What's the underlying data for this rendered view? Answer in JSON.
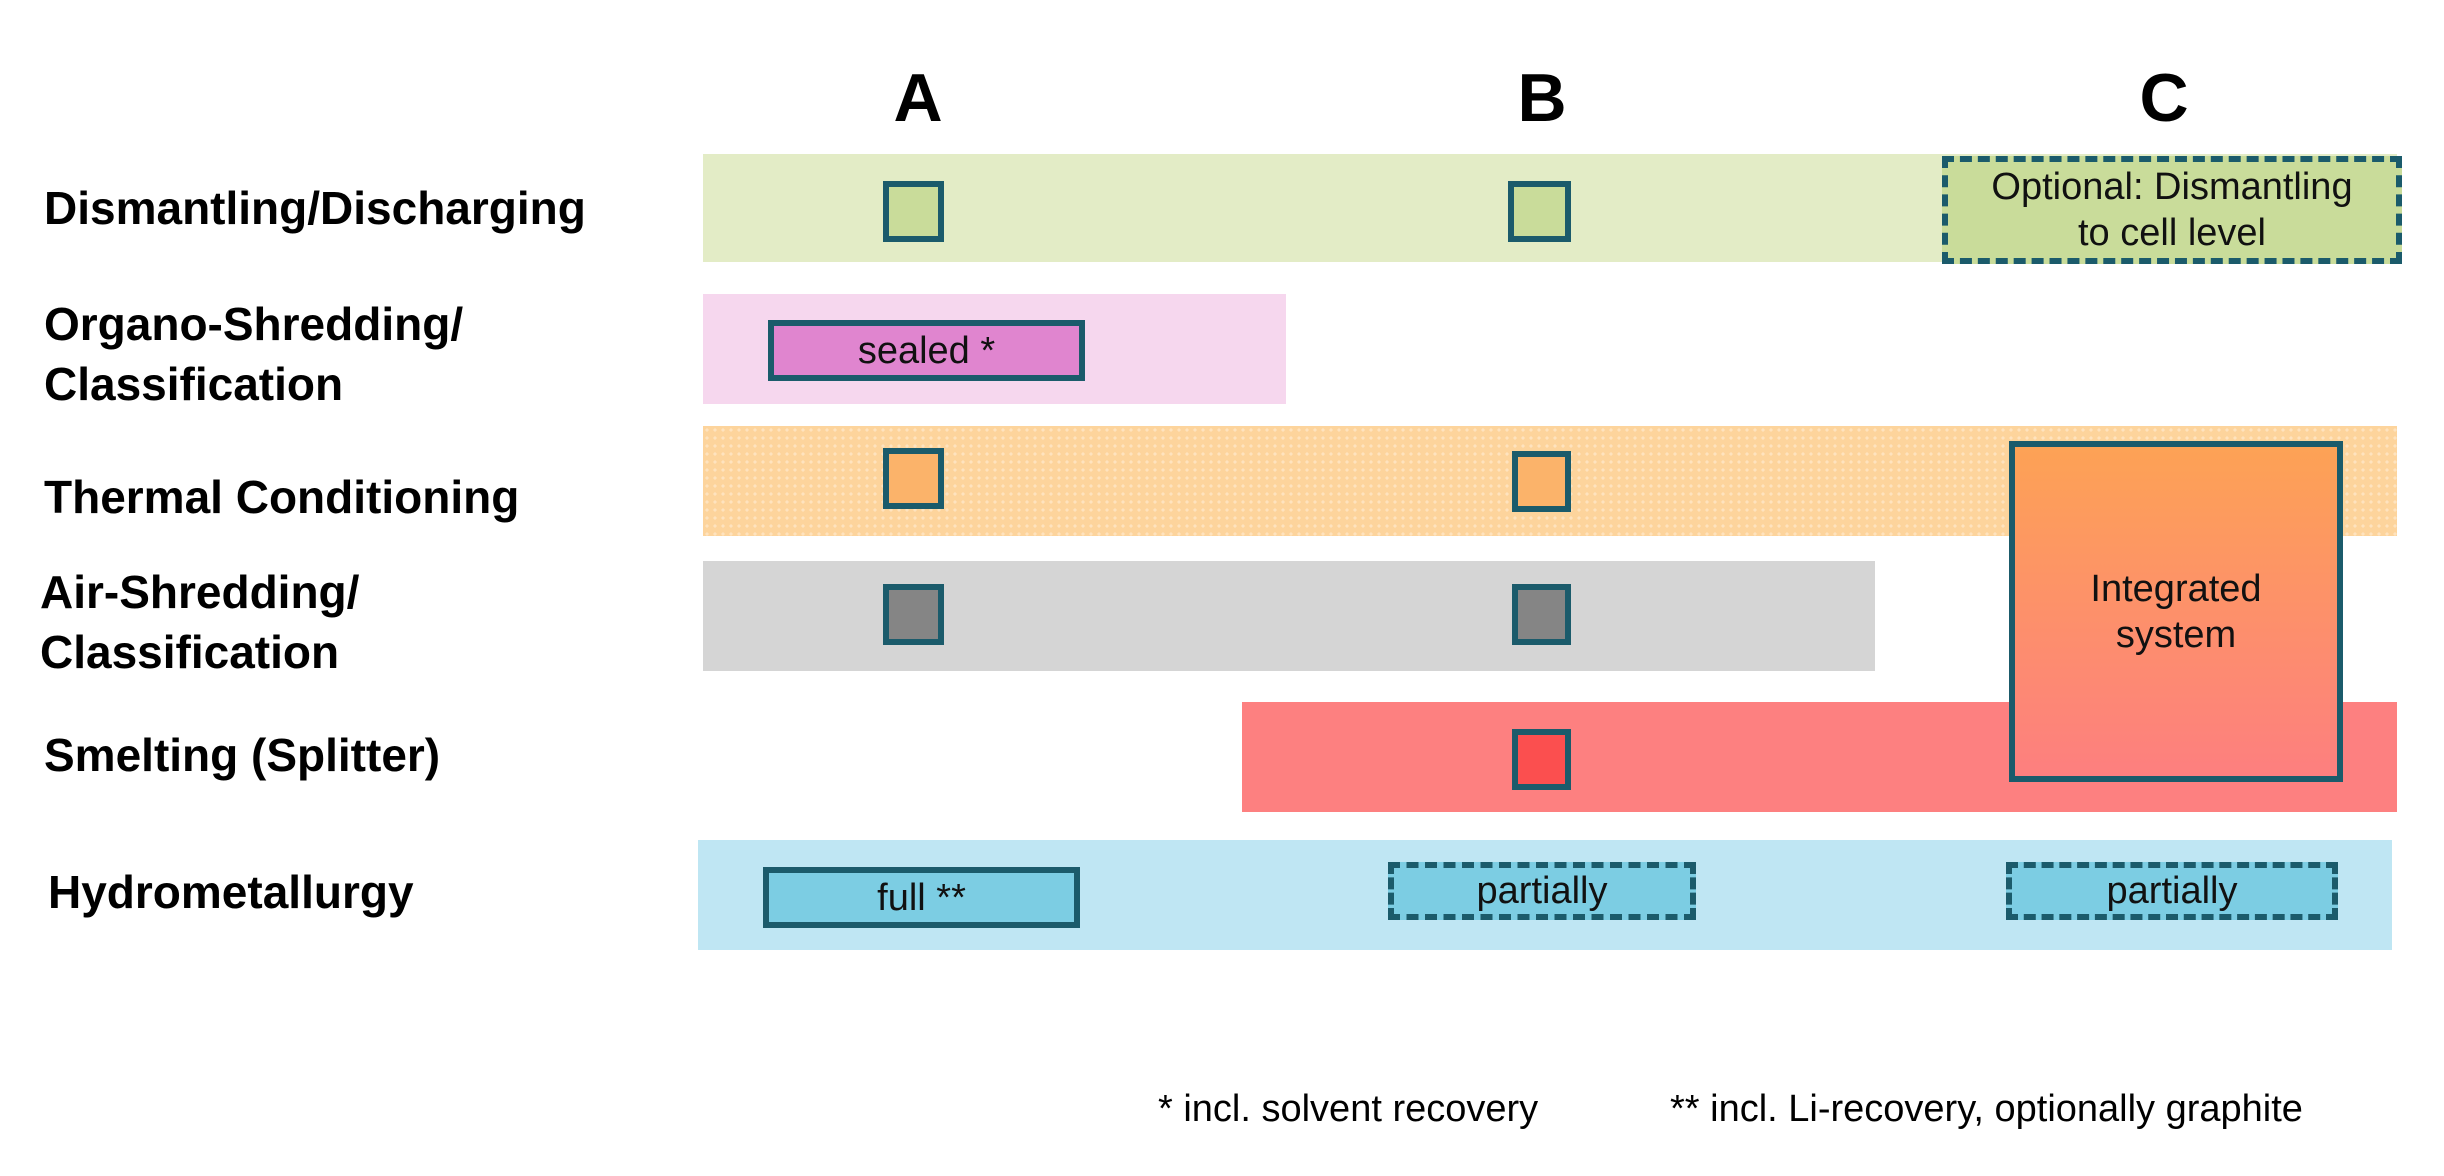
{
  "columns": [
    "A",
    "B",
    "C"
  ],
  "rows": [
    {
      "label_lines": [
        "Dismantling/Discharging"
      ]
    },
    {
      "label_lines": [
        "Organo-Shredding/",
        "Classification"
      ]
    },
    {
      "label_lines": [
        "Thermal Conditioning"
      ]
    },
    {
      "label_lines": [
        "Air-Shredding/",
        "Classification"
      ]
    },
    {
      "label_lines": [
        "Smelting (Splitter)"
      ]
    },
    {
      "label_lines": [
        "Hydrometallurgy"
      ]
    }
  ],
  "boxes": {
    "optional_dismantling": {
      "line1": "Optional: Dismantling",
      "line2": "to cell level"
    },
    "sealed": "sealed *",
    "integrated_system": {
      "line1": "Integrated",
      "line2": "system"
    },
    "hydro_full": "full **",
    "hydro_partial_b": "partially",
    "hydro_partial_c": "partially"
  },
  "footnotes": {
    "single_star": "* incl. solvent recovery",
    "double_star": "** incl. Li-recovery, optionally graphite"
  },
  "colors": {
    "dismantling": "#e3ecc6",
    "dismantling_marker": "#c9dc9a",
    "organo": "#f6d7ee",
    "organo_box": "#e085cf",
    "thermal": "#fdd49c",
    "thermal_marker": "#fbb36a",
    "air": "#d5d5d5",
    "air_marker": "#858585",
    "smelting": "#fd8080",
    "smelting_marker": "#fb4f4f",
    "hydro": "#bfe6f3",
    "hydro_box": "#7ccde3",
    "outline": "#1b5b6b"
  }
}
